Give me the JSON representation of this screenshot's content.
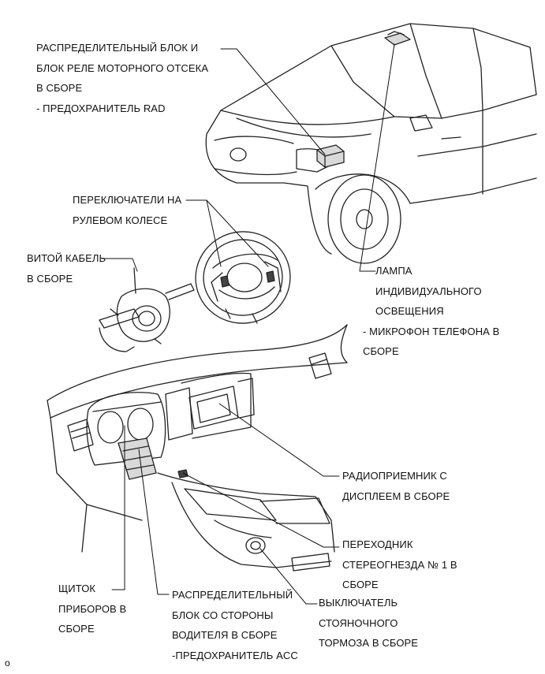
{
  "labels": {
    "engine_relay_block": [
      "РАСПРЕДЕЛИТЕЛЬНЫЙ БЛОК И",
      "БЛОК РЕЛЕ МОТОРНОГО ОТСЕКА",
      "В СБОРЕ",
      "- ПРЕДОХРАНИТЕЛЬ RAD"
    ],
    "steering_switches": [
      "ПЕРЕКЛЮЧАТЕЛИ НА",
      "РУЛЕВОМ КОЛЕСЕ"
    ],
    "spiral_cable": [
      "ВИТОЙ КАБЕЛЬ",
      "В СБОРЕ"
    ],
    "room_lamp": [
      "ЛАМПА",
      "ИНДИВИДУАЛЬНОГО",
      "ОСВЕЩЕНИЯ",
      "- МИКРОФОН ТЕЛЕФОНА В",
      "СБОРЕ"
    ],
    "radio_display": [
      "РАДИОПРИЕМНИК С",
      "ДИСПЛЕЕМ В СБОРЕ"
    ],
    "stereo_jack": [
      "ПЕРЕХОДНИК",
      "СТЕРЕОГНЕЗДА № 1 В",
      "СБОРЕ"
    ],
    "parking_brake": [
      "ВЫКЛЮЧАТЕЛЬ",
      "СТОЯНОЧНОГО",
      "ТОРМОЗА В СБОРЕ"
    ],
    "driver_junction_block": [
      "РАСПРЕДЕЛИТЕЛЬНЫЙ",
      "БЛОК СО СТОРОНЫ",
      "ВОДИТЕЛЯ В СБОРЕ",
      "-ПРЕДОХРАНИТЕЛЬ ACC"
    ],
    "combination_meter": [
      "ЩИТОК",
      "ПРИБОРОВ В",
      "СБОРЕ"
    ]
  },
  "footer": "o"
}
